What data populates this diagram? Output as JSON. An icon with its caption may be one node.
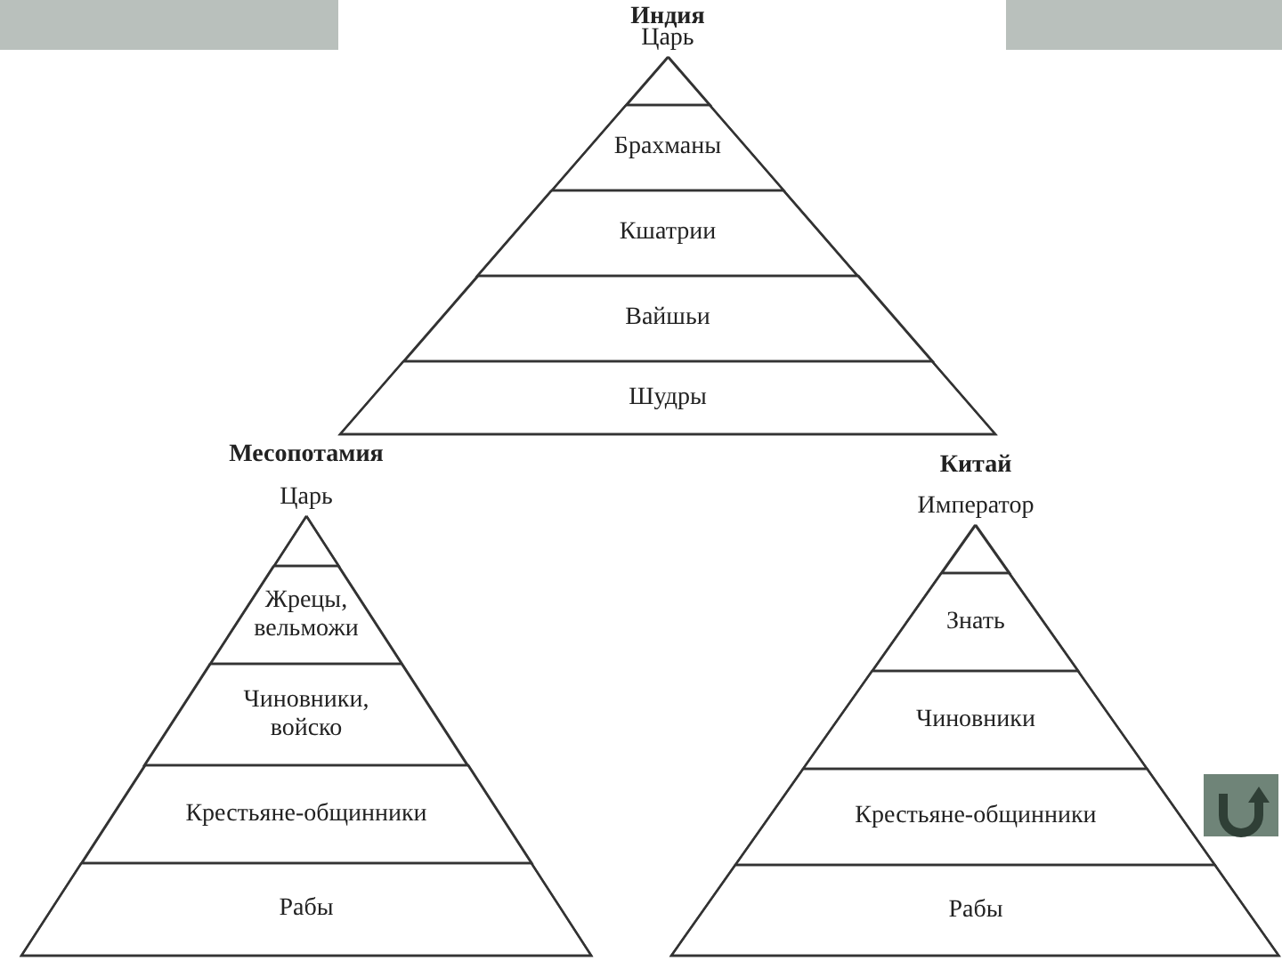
{
  "diagram": {
    "nodes": [
      {
        "text": [
          "Индия"
        ]
      },
      {
        "text": [
          "Царь"
        ],
        "in": 0
      },
      {
        "text": [
          "Брахманы"
        ],
        "in": 0
      },
      {
        "text": [
          "Кшатрии"
        ],
        "in": 0
      },
      {
        "text": [
          "Вайшьи"
        ],
        "in": 0
      },
      {
        "text": [
          "Шудры"
        ],
        "in": 0
      },
      {
        "text": [
          "Месопотамия"
        ]
      },
      {
        "text": [
          "Царь"
        ],
        "in": 6
      },
      {
        "text": [
          "Жрецы, вельможи"
        ],
        "in": 6
      },
      {
        "text": [
          "Чиновники, войско"
        ],
        "in": 6
      },
      {
        "text": [
          "Крестьяне-общинники"
        ],
        "in": 6
      },
      {
        "text": [
          "Рабы"
        ],
        "in": 6
      },
      {
        "text": [
          "Китай"
        ]
      },
      {
        "text": [
          "Император"
        ],
        "in": 12
      },
      {
        "text": [
          "Знать"
        ],
        "in": 12
      },
      {
        "text": [
          "Чиновники"
        ],
        "in": 12
      },
      {
        "text": [
          "Крестьяне-общинники"
        ],
        "in": 12
      },
      {
        "text": [
          "Рабы"
        ],
        "in": 12
      }
    ]
  }
}
